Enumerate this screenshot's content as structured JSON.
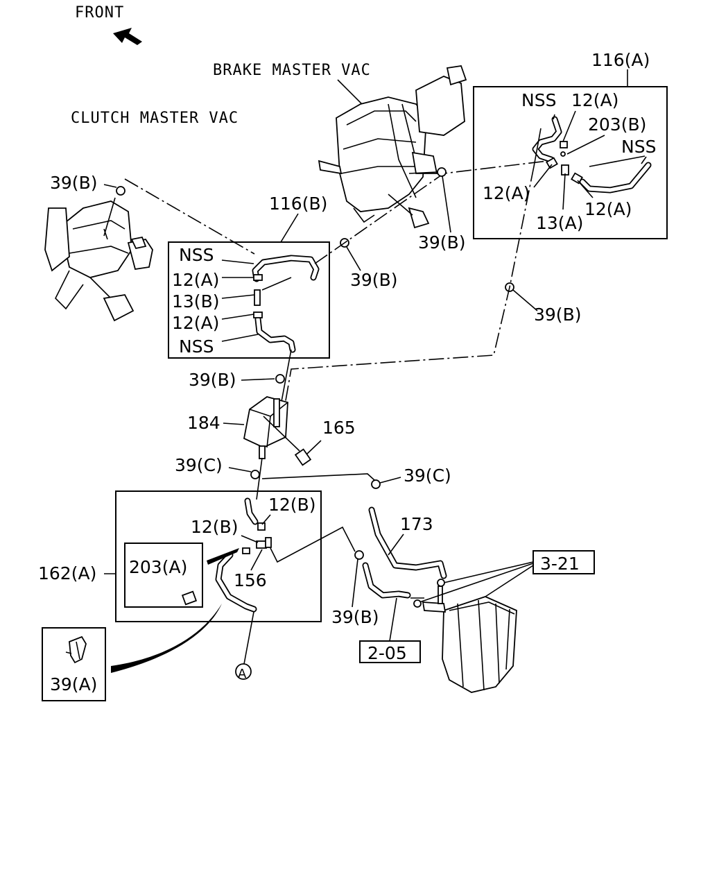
{
  "labels": {
    "front": "FRONT",
    "brake_master_vac": "BRAKE MASTER VAC",
    "clutch_master_vac": "CLUTCH MASTER VAC",
    "ref_116a": "116(A)",
    "nss_a1": "NSS",
    "ref_12a_top": "12(A)",
    "ref_203b": "203(B)",
    "nss_a2": "NSS",
    "ref_12a_left": "12(A)",
    "ref_12a_right": "12(A)",
    "ref_13a": "13(A)",
    "ref_39b_1": "39(B)",
    "ref_39b_2": "39(B)",
    "ref_39b_3": "39(B)",
    "ref_39b_4": "39(B)",
    "ref_39b_5": "39(B)",
    "ref_39b_6": "39(B)",
    "ref_116b": "116(B)",
    "nss_b1": "NSS",
    "ref_12a_b1": "12(A)",
    "ref_13b": "13(B)",
    "ref_12a_b2": "12(A)",
    "nss_b2": "NSS",
    "ref_184": "184",
    "ref_165": "165",
    "ref_39c_1": "39(C)",
    "ref_39c_2": "39(C)",
    "ref_12b_1": "12(B)",
    "ref_12b_2": "12(B)",
    "ref_173": "173",
    "ref_162a": "162(A)",
    "ref_203a": "203(A)",
    "ref_156": "156",
    "ref_3_21": "3-21",
    "ref_2_05": "2-05",
    "ref_39a": "39(A)",
    "circle_a": "A"
  }
}
